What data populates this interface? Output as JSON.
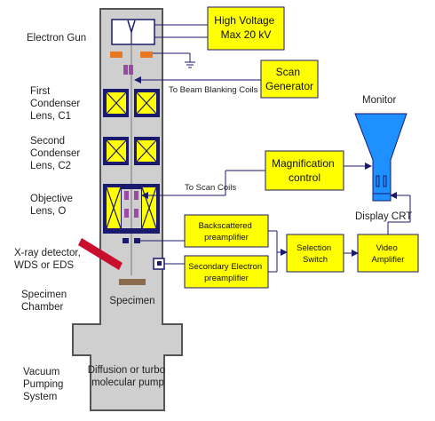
{
  "column_labels": {
    "electron_gun": "Electron Gun",
    "first_condenser": [
      "First",
      "Condenser",
      "Lens, C1"
    ],
    "second_condenser": [
      "Second",
      "Condenser",
      "Lens, C2"
    ],
    "objective": [
      "Objective",
      "Lens, O"
    ],
    "xray": [
      "X-ray detector,",
      "WDS or EDS"
    ],
    "specimen_chamber": [
      "Specimen",
      "Chamber"
    ],
    "vacuum": [
      "Vacuum",
      "Pumping",
      "System"
    ],
    "specimen": "Specimen",
    "pump": [
      "Diffusion or turbo",
      "molecular pump"
    ]
  },
  "boxes": {
    "high_voltage": [
      "High Voltage",
      "Max 20 kV"
    ],
    "scan_generator": [
      "Scan",
      "Generator"
    ],
    "magnification": [
      "Magnification",
      "control"
    ],
    "backscattered": [
      "Backscattered",
      "preamplifier"
    ],
    "secondary": [
      "Secondary Electron",
      "preamplifier"
    ],
    "selection": [
      "Selection",
      "Switch"
    ],
    "video": [
      "Video",
      "Amplifier"
    ]
  },
  "annotations": {
    "beam_blanking": "To Beam Blanking Coils",
    "scan_coils": "To Scan Coils",
    "monitor": "Monitor",
    "display_crt": "Display CRT"
  },
  "colors": {
    "column_fill": "#cfcfcf",
    "column_stroke": "#555555",
    "box_fill": "#ffff00",
    "lens_fill": "#ffff00",
    "lens_frame": "#1a1a6e",
    "coil": "#9a4aa6",
    "aperture": "#e87722",
    "detector": "#c8102e",
    "monitor": "#1e90ff",
    "specimen": "#8b6a4e",
    "wire": "#1a1a6e"
  }
}
